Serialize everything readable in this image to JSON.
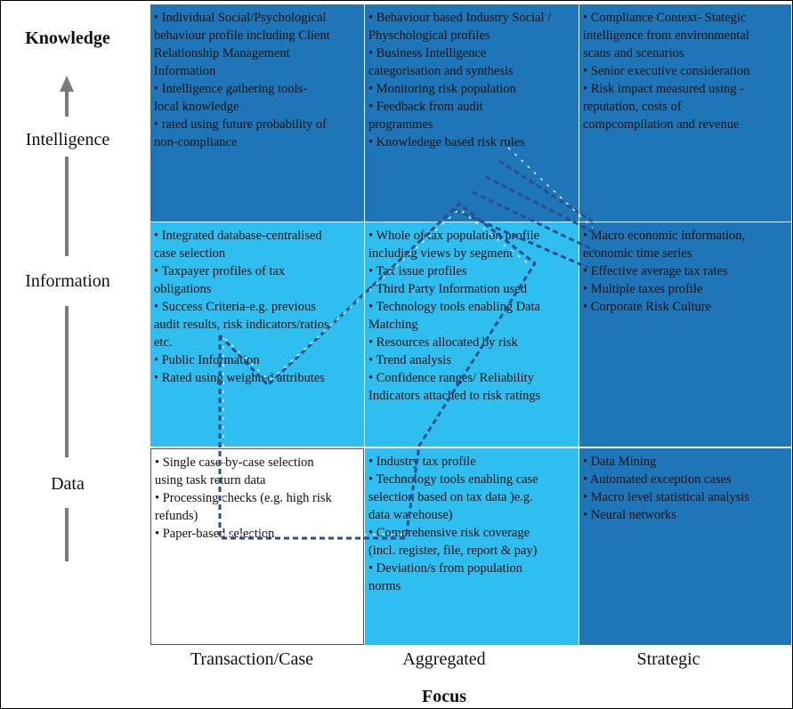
{
  "row_labels": {
    "knowledge": "Knowledge",
    "intelligence": "Intelligence",
    "information": "Information",
    "data": "Data"
  },
  "column_labels": {
    "transaction": "Transaction/Case",
    "aggregated": "Aggregated",
    "strategic": "Strategic"
  },
  "axis_title": "Focus",
  "cells": {
    "intelligence_transaction": [
      "• Individual Social/Psychological",
      "behaviour profile including Client",
      "Relationship Management",
      "Information",
      "• Intelligence gathering tools-",
      "local knowledge",
      "• rated using future probability of",
      "non-compliance"
    ],
    "intelligence_aggregated": [
      "• Behaviour based Industry Social /",
      "Physchological profiles",
      "• Business Intelligence",
      "categorisation and synthesis",
      "• Monitoring risk population",
      "• Feedback from audit",
      "programmes",
      "• Knowledege based risk rules"
    ],
    "intelligence_strategic": [
      "• Compliance Context- Stategic",
      "intelligence from environmental",
      "scans and scenarios",
      "• Senior executive consideration",
      "• Risk impact measured using -",
      "reputation, costs of",
      "compcompilation and revenue"
    ],
    "information_transaction": [
      "• Integrated database-centralised",
      "case selection",
      "• Taxpayer profiles of tax",
      "obligations",
      "• Success Criteria-e.g. previous",
      "audit results, risk indicators/ratios",
      "etc.",
      "• Public Information",
      "• Rated using weighted attributes"
    ],
    "information_aggregated": [
      "• Whole of tax population profile",
      "including views by segment",
      "• Tax issue profiles",
      "• Third Party Information used",
      "• Technology tools enabling Data",
      "Matching",
      "• Resources allocated by risk",
      "• Trend analysis",
      "• Confidence ranges/ Reliability",
      "Indicators attached to risk ratings"
    ],
    "information_strategic": [
      "• Macro economic information,",
      "economic time series",
      "• Effective average tax rates",
      "• Multiple taxes profile",
      "• Corporate Risk Culture"
    ],
    "data_transaction": [
      "• Single case-by-case selection",
      "using task return data",
      "• Processing checks (e.g. high risk",
      "refunds)",
      "• Paper-based selection"
    ],
    "data_aggregated": [
      "• Industry tax profile",
      "• Technology tools enabling case",
      "selection based on tax data )e.g.",
      "data warehouse)",
      "• Comprehensive risk coverage",
      "(incl. register, file, report & pay)",
      "• Deviation/s from population",
      "norms"
    ],
    "data_strategic": [
      "• Data Mining",
      "• Automated exception cases",
      "• Macro level statistical analysis",
      "• Neural networks"
    ]
  },
  "colors": {
    "dark_cell": "#1e76b8",
    "light_cell": "#2ebff0",
    "white_cell": "#ffffff",
    "axis_arrow": "#7a7a7a",
    "dashed_path": "#2a4f8f"
  }
}
